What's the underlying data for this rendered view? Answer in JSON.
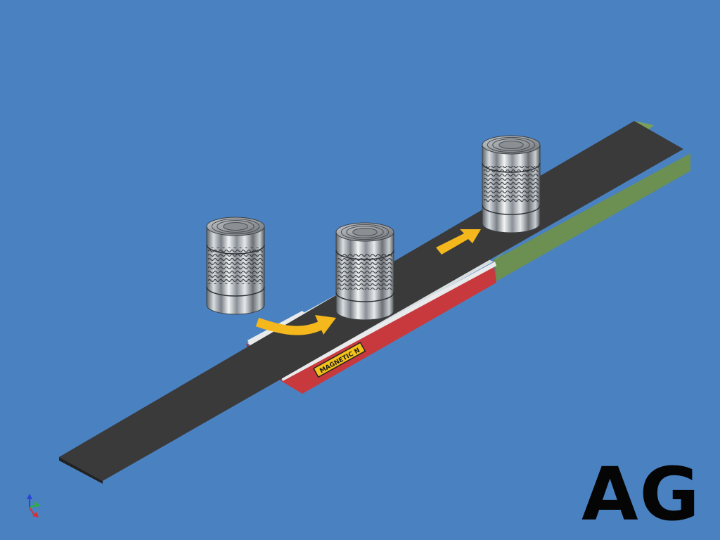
{
  "scene": {
    "background_color": "#4a82c1",
    "belt_color": "#3a3a3a",
    "magnet_color": "#c8393d",
    "end_rail_color": "#7a9e5c",
    "arrow_color": "#f4b71c",
    "can_count": 3
  },
  "magnet_label": "MAGNETIC N",
  "brand_text": "AG",
  "axis_triad": {
    "x_color": "#d83030",
    "y_color": "#2fb03a",
    "z_color": "#2a44d8"
  }
}
